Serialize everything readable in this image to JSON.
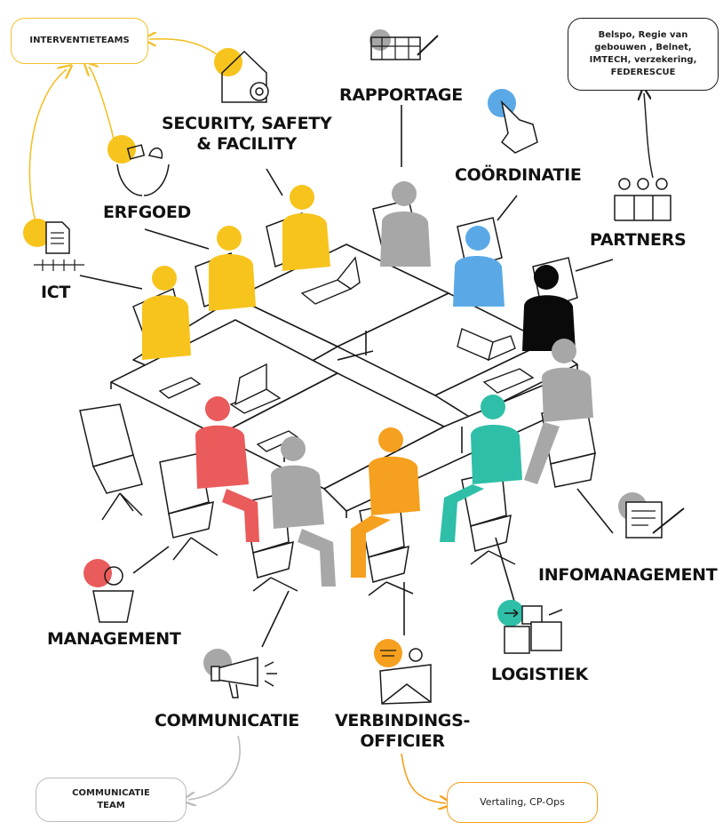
{
  "roles": {
    "interventieteams": "INTERVENTIETEAMS",
    "security": [
      "SECURITY, SAFETY",
      "& FACILITY"
    ],
    "rapportage": "RAPPORTAGE",
    "coordinatie": "COÖRDINATIE",
    "partners": "PARTNERS",
    "erfgoed": "ERFGOED",
    "ict": "ICT",
    "infomanagement": "INFOMANAGEMENT",
    "management": "MANAGEMENT",
    "logistiek": "LOGISTIEK",
    "communicatie": "COMMUNICATIE",
    "verbindingsofficier": [
      "VERBINDINGS-",
      "OFFICIER"
    ]
  },
  "boxes": {
    "partners_list": [
      "Belspo, Regie van",
      "gebouwen , Belnet,",
      "IMTECH, verzekering,",
      "FEDERESCUE"
    ],
    "communicatie_team": [
      "COMMUNICATIE",
      "TEAM"
    ],
    "verbindings_target": "Vertaling, CP-Ops"
  },
  "colors": {
    "yellow": "#f7c41d",
    "grey": "#a7a7a7",
    "blue": "#5aa9e6",
    "black": "#0a0a0a",
    "red": "#ea5b5b",
    "orange": "#f5a01e",
    "teal": "#2fbfa8",
    "line": "#1a1a1a"
  }
}
